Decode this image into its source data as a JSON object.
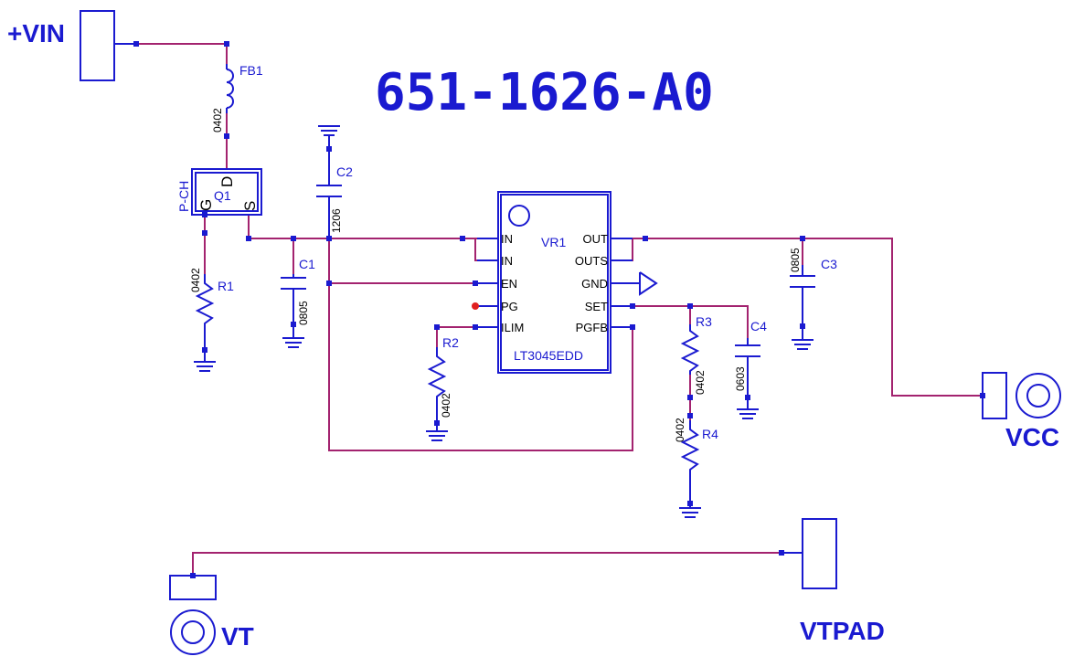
{
  "title": "651-1626-A0",
  "nets": {
    "vin": "+VIN",
    "vcc": "VCC",
    "vt": "VT",
    "vtpad": "VTPAD"
  },
  "components": {
    "fb1": {
      "ref": "FB1",
      "package": "0402"
    },
    "q1": {
      "ref": "Q1",
      "type": "P-CH",
      "pin_g": "G",
      "pin_d": "D",
      "pin_s": "S"
    },
    "r1": {
      "ref": "R1",
      "package": "0402"
    },
    "c1": {
      "ref": "C1",
      "package": "0805"
    },
    "c2": {
      "ref": "C2",
      "package": "1206"
    },
    "r2": {
      "ref": "R2",
      "package": "0402"
    },
    "vr1": {
      "ref": "VR1",
      "part": "LT3045EDD",
      "pins_left": [
        "IN",
        "IN",
        "EN",
        "PG",
        "ILIM"
      ],
      "pins_right": [
        "OUT",
        "OUTS",
        "GND",
        "SET",
        "PGFB"
      ]
    },
    "r3": {
      "ref": "R3",
      "package": "0402"
    },
    "r4": {
      "ref": "R4",
      "package": "0402"
    },
    "c3": {
      "ref": "C3",
      "package": "0805"
    },
    "c4": {
      "ref": "C4",
      "package": "0603"
    }
  },
  "colors": {
    "wire": "#a3236f",
    "symbol": "#1a1ad0",
    "pin_marker": "#e02020"
  }
}
